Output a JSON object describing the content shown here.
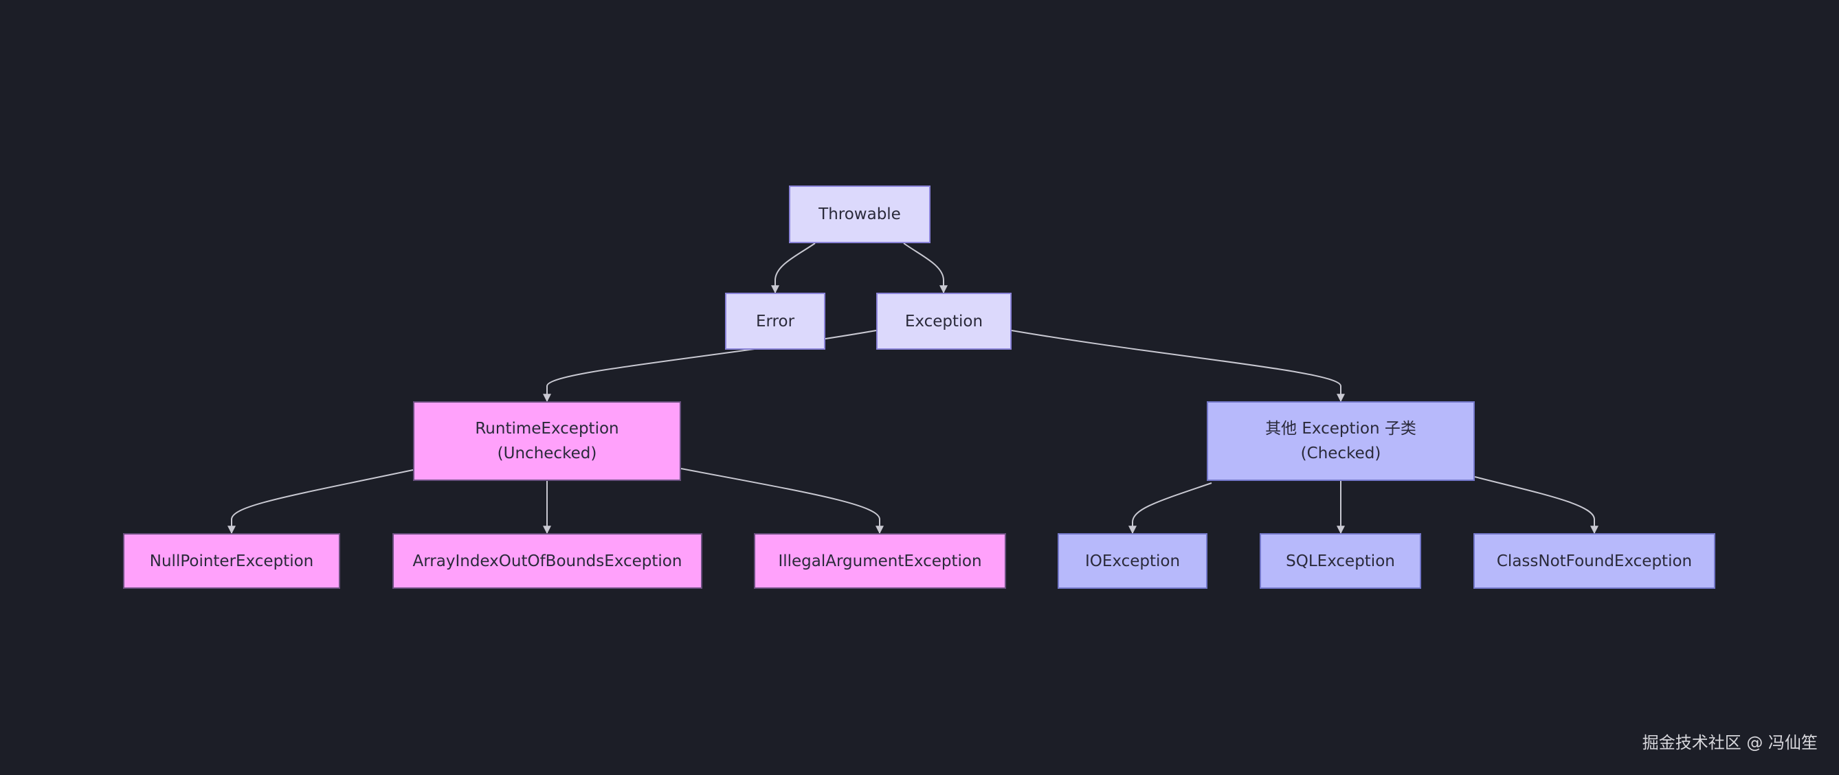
{
  "nodes": {
    "throwable": "Throwable",
    "error": "Error",
    "exception": "Exception",
    "runtime": {
      "line1": "RuntimeException",
      "line2": "(Unchecked)"
    },
    "other": {
      "line1": "其他 Exception 子类",
      "line2": "(Checked)"
    },
    "npe": "NullPointerException",
    "aioobe": "ArrayIndexOutOfBoundsException",
    "iae": "IllegalArgumentException",
    "ioe": "IOException",
    "sqle": "SQLException",
    "cnfe": "ClassNotFoundException"
  },
  "edges": [
    {
      "from": "throwable",
      "to": "error"
    },
    {
      "from": "throwable",
      "to": "exception"
    },
    {
      "from": "exception",
      "to": "runtime"
    },
    {
      "from": "exception",
      "to": "other"
    },
    {
      "from": "runtime",
      "to": "npe"
    },
    {
      "from": "runtime",
      "to": "aioobe"
    },
    {
      "from": "runtime",
      "to": "iae"
    },
    {
      "from": "other",
      "to": "ioe"
    },
    {
      "from": "other",
      "to": "sqle"
    },
    {
      "from": "other",
      "to": "cnfe"
    }
  ],
  "colors": {
    "background": "#1c1e27",
    "edge": "#c9c9d2",
    "root_fill": "#dcd9fc",
    "unchecked_fill": "#ffa1fb",
    "checked_fill": "#b7b9fb"
  },
  "watermark": "掘金技术社区 @ 冯仙笙"
}
